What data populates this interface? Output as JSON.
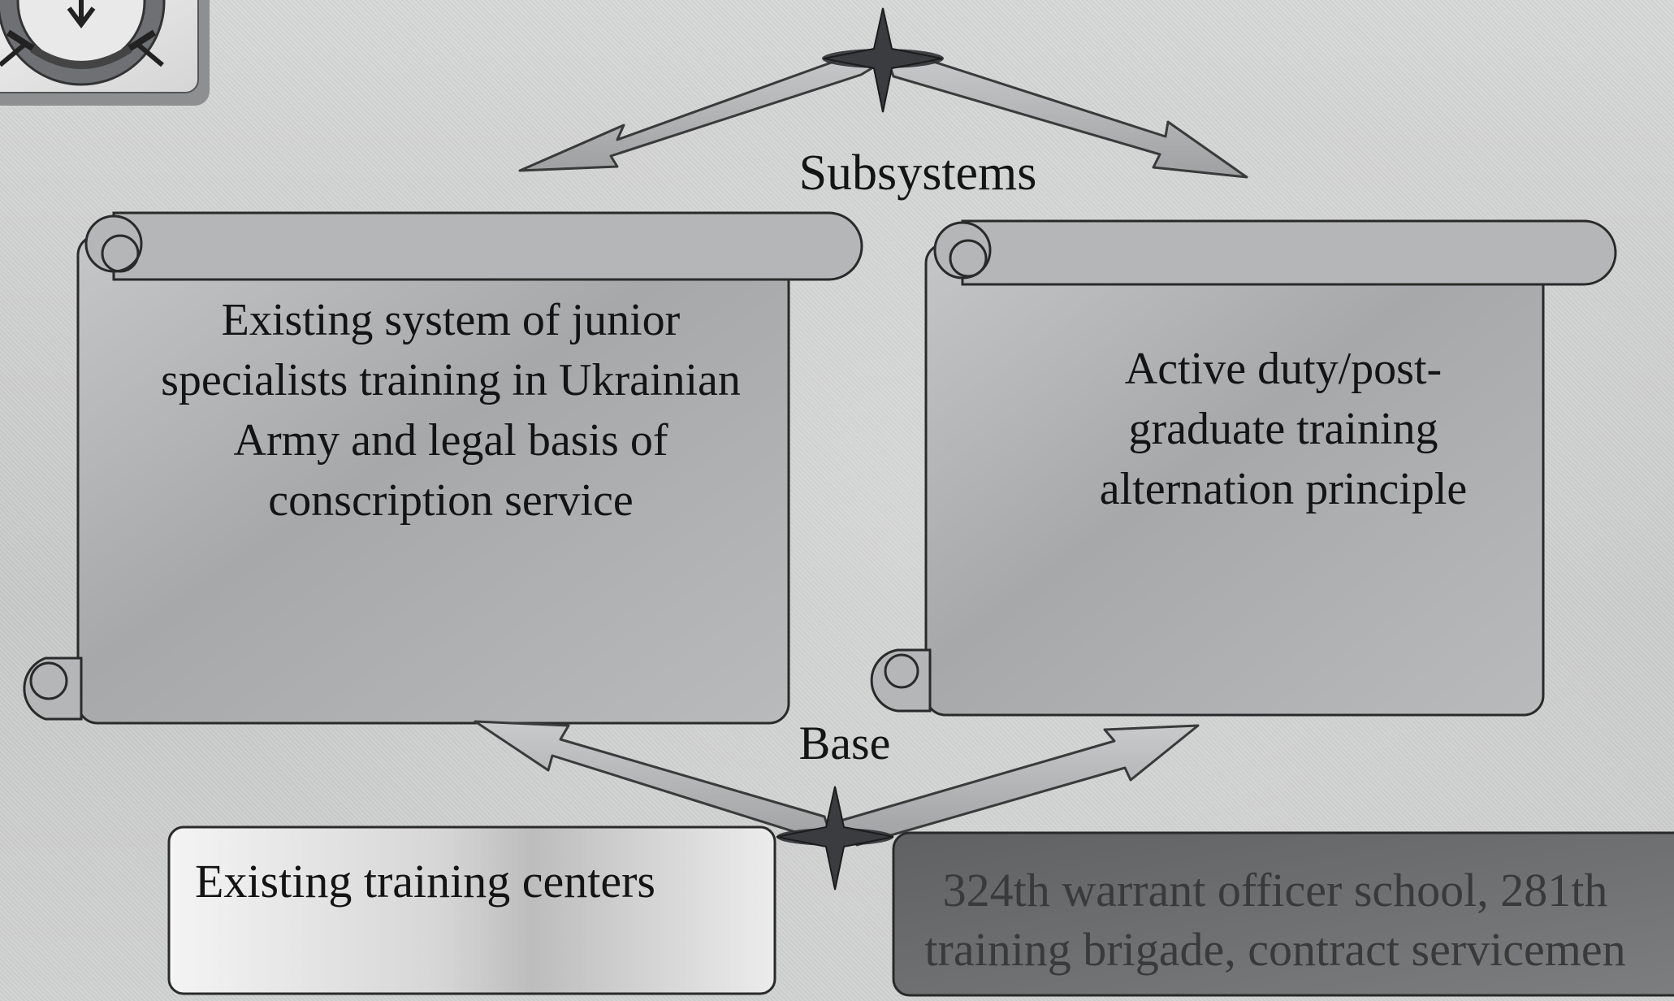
{
  "diagram": {
    "top_label": "Subsystems",
    "bottom_label": "Base",
    "subsystems": [
      {
        "text": "Existing system of junior specialists training in Ukrainian Army and  legal basis of conscription service"
      },
      {
        "text": "Active duty/post-graduate training alternation principle"
      }
    ],
    "base_boxes": [
      {
        "text": "Existing training centers"
      },
      {
        "text": "324th warrant officer  school, 281th training brigade, contract servicemen"
      }
    ]
  },
  "colors": {
    "background": "#cfd0d0",
    "scroll_fill": "#a9abad",
    "arrow_fill": "#b7b9bb",
    "star_fill": "#3a3c40",
    "dark_box": "#6d6f71",
    "light_box": "#eeeeee"
  }
}
